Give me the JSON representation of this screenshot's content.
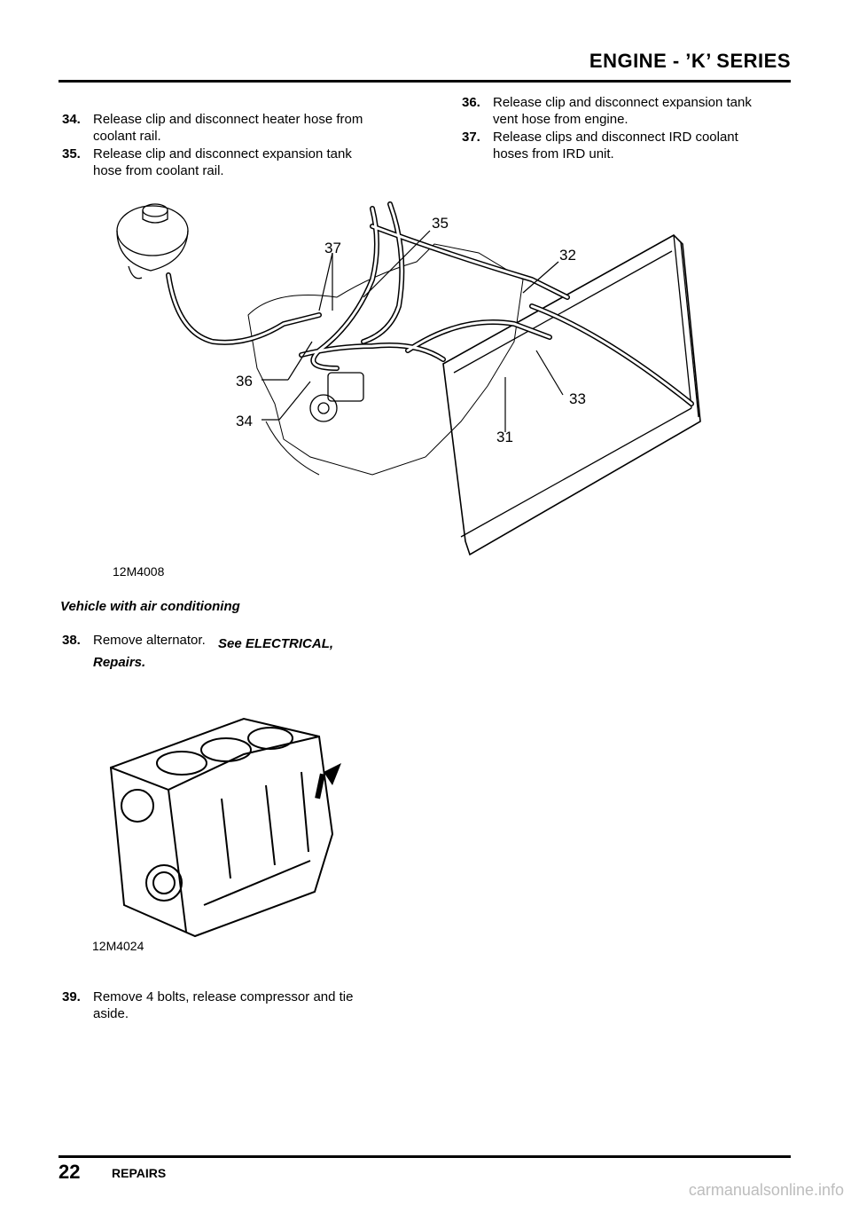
{
  "header": {
    "title": "ENGINE - ’K’ SERIES"
  },
  "left_column": {
    "steps": [
      {
        "number": "34.",
        "text_line1": "Release clip and disconnect heater hose from",
        "text_line2": "coolant rail."
      },
      {
        "number": "35.",
        "text_line1": "Release clip and disconnect expansion tank",
        "text_line2": "hose from coolant rail."
      }
    ]
  },
  "right_column": {
    "steps": [
      {
        "number": "36.",
        "text_line1": "Release clip and disconnect expansion tank",
        "text_line2": "vent hose from engine."
      },
      {
        "number": "37.",
        "text_line1": "Release clips and disconnect IRD coolant",
        "text_line2": "hoses from IRD unit."
      }
    ]
  },
  "figure1": {
    "code": "12M4008",
    "callouts": [
      "35",
      "37",
      "32",
      "36",
      "33",
      "34",
      "31"
    ]
  },
  "section_caption": "Vehicle with air conditioning",
  "step38": {
    "number": "38.",
    "text": "Remove alternator.",
    "ref": "See ELECTRICAL,",
    "ref2": "Repairs."
  },
  "figure2": {
    "code": "12M4024"
  },
  "step39": {
    "number": "39.",
    "text_line1": "Remove 4 bolts, release compressor and tie",
    "text_line2": "aside."
  },
  "footer": {
    "page_number": "22",
    "section": "REPAIRS",
    "watermark": "carmanualsonline.info"
  }
}
